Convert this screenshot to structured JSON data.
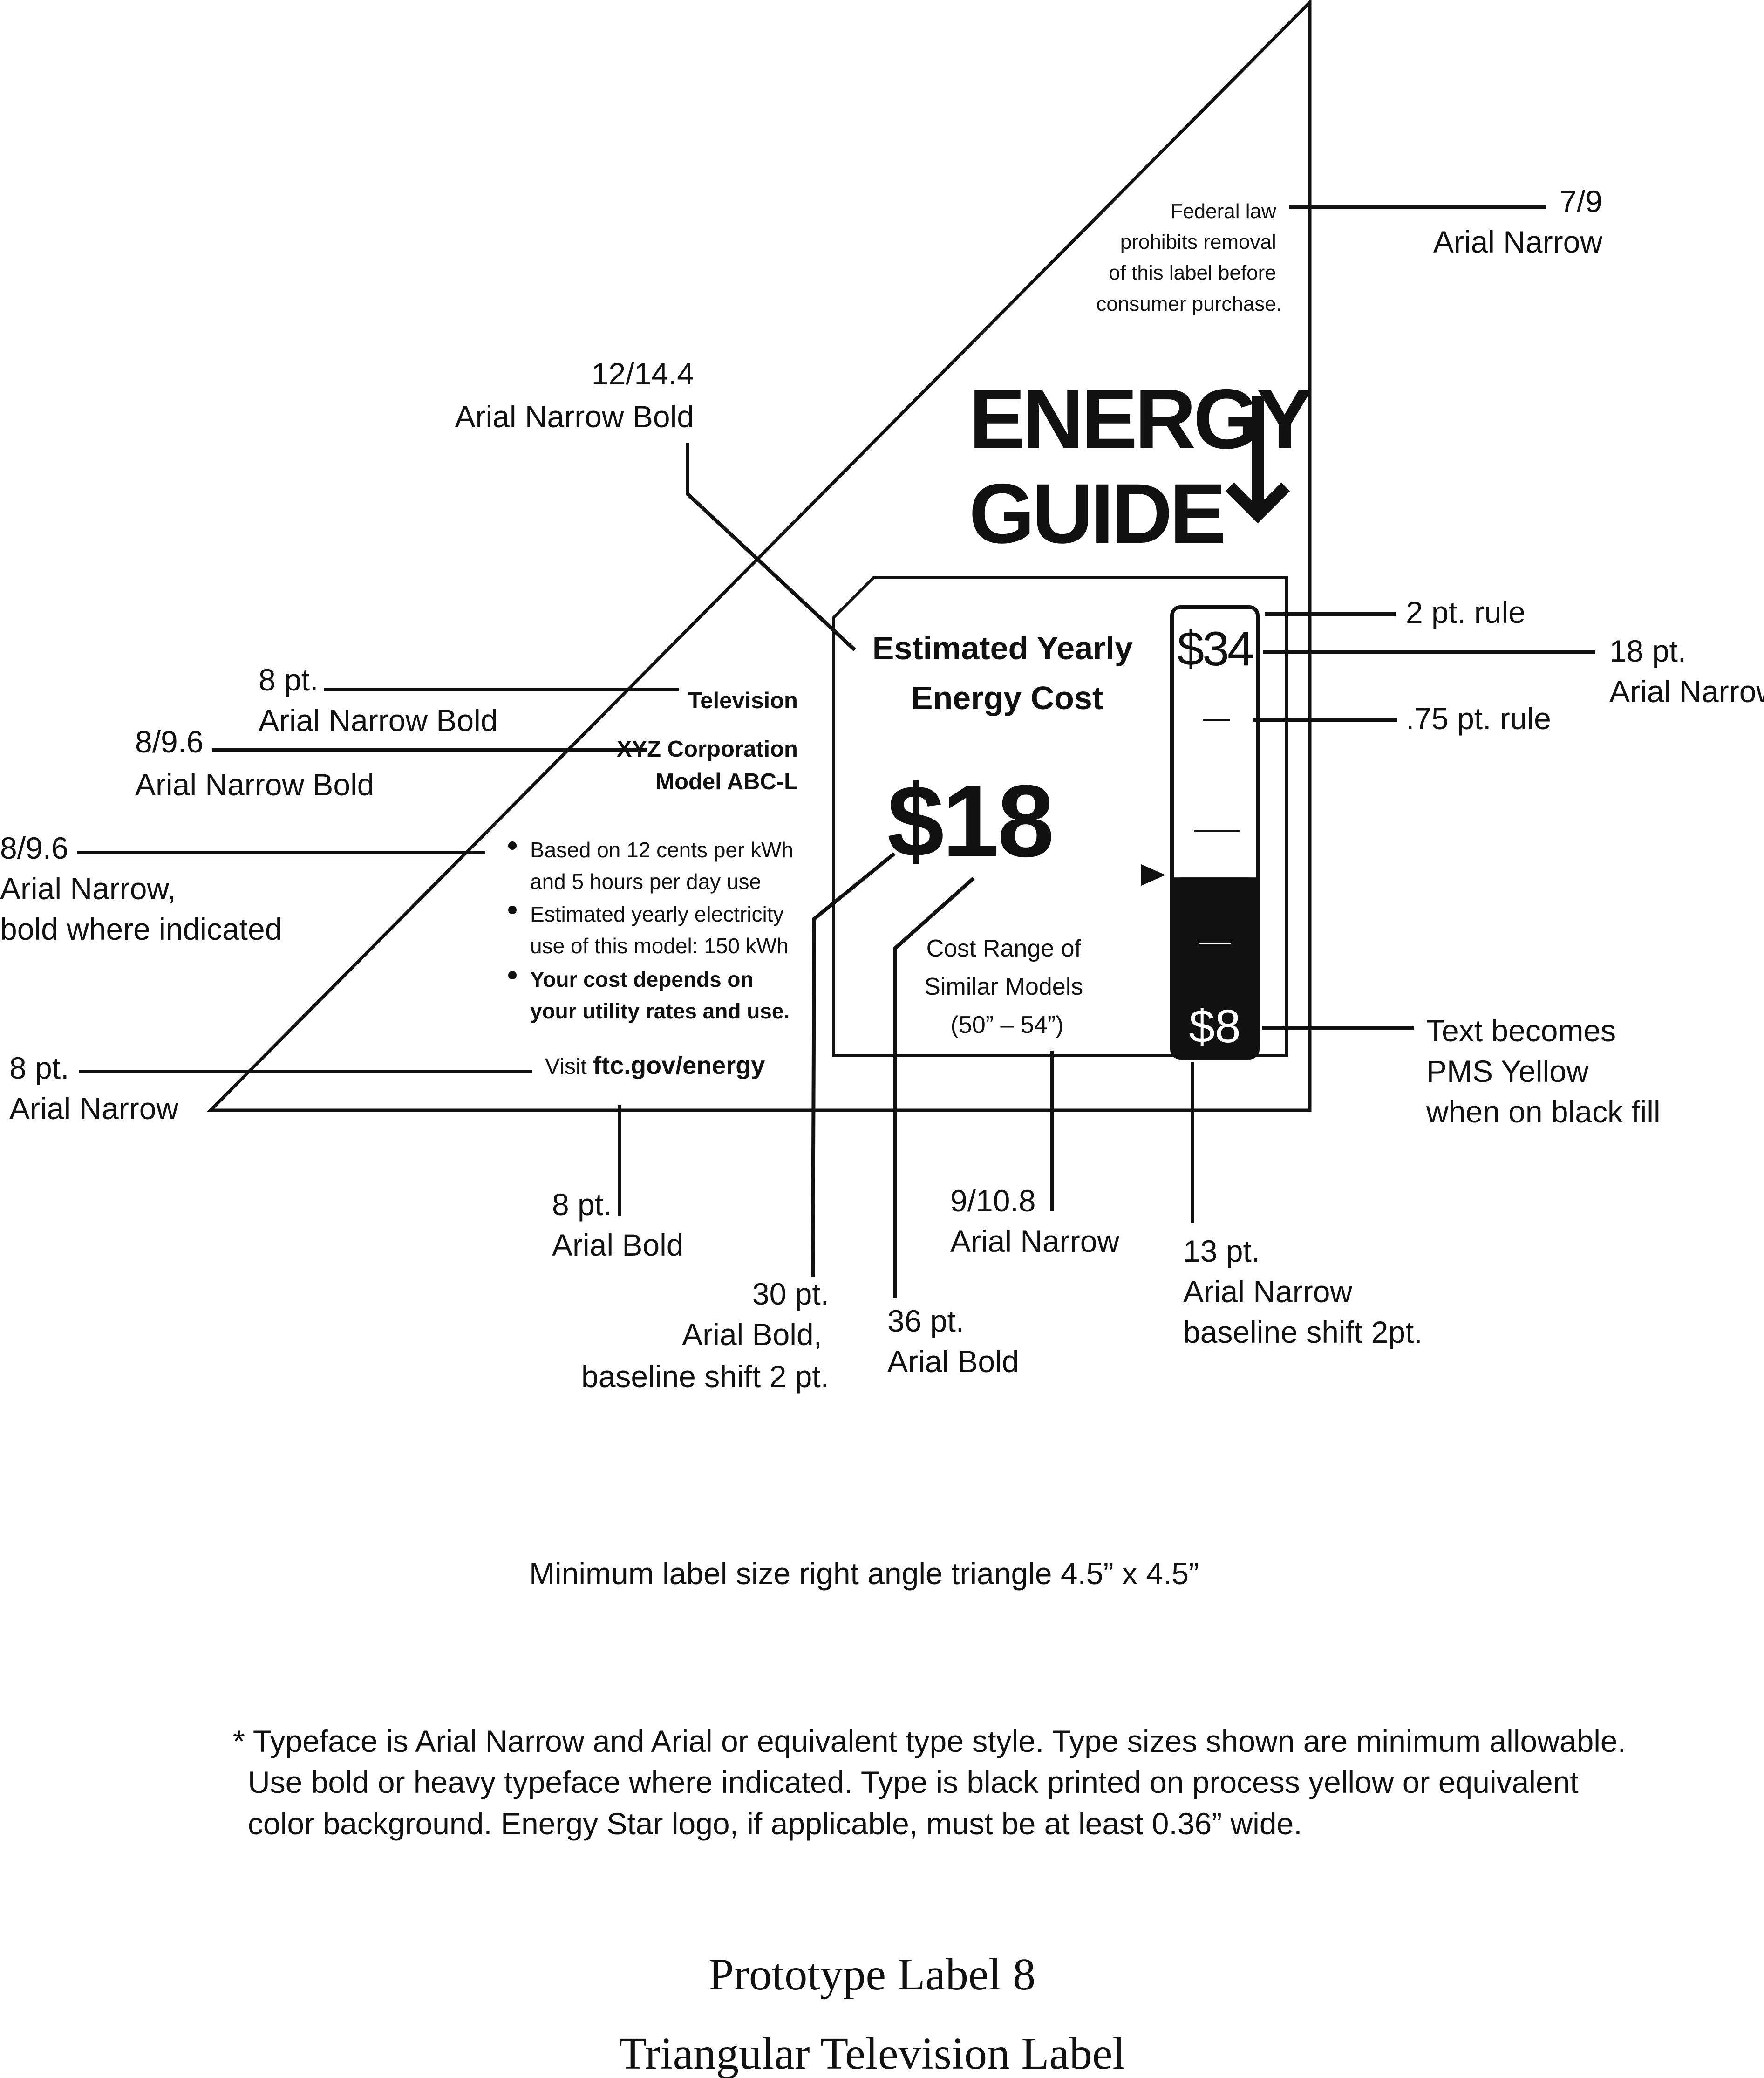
{
  "label": {
    "federal_notice": [
      "Federal law",
      "prohibits removal",
      "of this label before",
      "consumer purchase."
    ],
    "logo_lines": [
      "ENERGY",
      "GUIDE"
    ],
    "product_type": "Television",
    "manufacturer": "XYZ Corporation",
    "model": "Model ABC-L",
    "bullets": [
      [
        "Based on 12 cents per kWh",
        "and 5 hours per day use"
      ],
      [
        "Estimated yearly electricity",
        "use of this model: 150 kWh"
      ],
      [
        "Your cost depends on",
        "your utility rates and use."
      ]
    ],
    "visit_prefix": "Visit",
    "visit_url": "ftc.gov/energy",
    "cost_heading": [
      "Estimated Yearly",
      "Energy Cost"
    ],
    "cost_value": "$18",
    "range_caption": [
      "Cost Range of",
      "Similar Models",
      "(50” – 54”)"
    ],
    "scale_top": "$34",
    "scale_bottom": "$8",
    "scale_level": 0.4
  },
  "annotations": {
    "federal": [
      "7/9",
      "Arial Narrow"
    ],
    "heading": [
      "12/14.4",
      "Arial Narrow Bold"
    ],
    "product": [
      "8 pt.",
      "Arial Narrow Bold"
    ],
    "maker": [
      "8/9.6",
      "Arial Narrow Bold"
    ],
    "bullets": [
      "8/9.6",
      "Arial Narrow,",
      "bold where indicated"
    ],
    "visit": [
      "8 pt.",
      "Arial Narrow"
    ],
    "url": [
      "8 pt.",
      "Arial Bold"
    ],
    "cost_dollar": [
      "30 pt.",
      "Arial Bold,",
      "baseline shift 2 pt."
    ],
    "cost_digits": [
      "36 pt.",
      "Arial Bold"
    ],
    "range": [
      "9/10.8",
      "Arial Narrow"
    ],
    "scale_bottom": [
      "13 pt.",
      "Arial Narrow",
      "baseline shift 2pt."
    ],
    "rule2": "2 pt. rule",
    "scale_top": [
      "18 pt.",
      "Arial Narrow"
    ],
    "rule075": ".75 pt. rule",
    "yellow": [
      "Text becomes",
      "PMS Yellow",
      "when on black fill"
    ]
  },
  "footer": {
    "min_size": "Minimum label size right angle triangle 4.5” x 4.5”",
    "note": [
      "* Typeface is Arial Narrow and Arial or equivalent type style. Type sizes shown are minimum allowable.",
      "Use bold or heavy typeface where indicated. Type is black printed on process yellow or equivalent",
      "color background. Energy Star logo, if applicable, must be at least 0.36” wide."
    ],
    "caption_1": "Prototype Label 8",
    "caption_2": "Triangular Television Label"
  }
}
